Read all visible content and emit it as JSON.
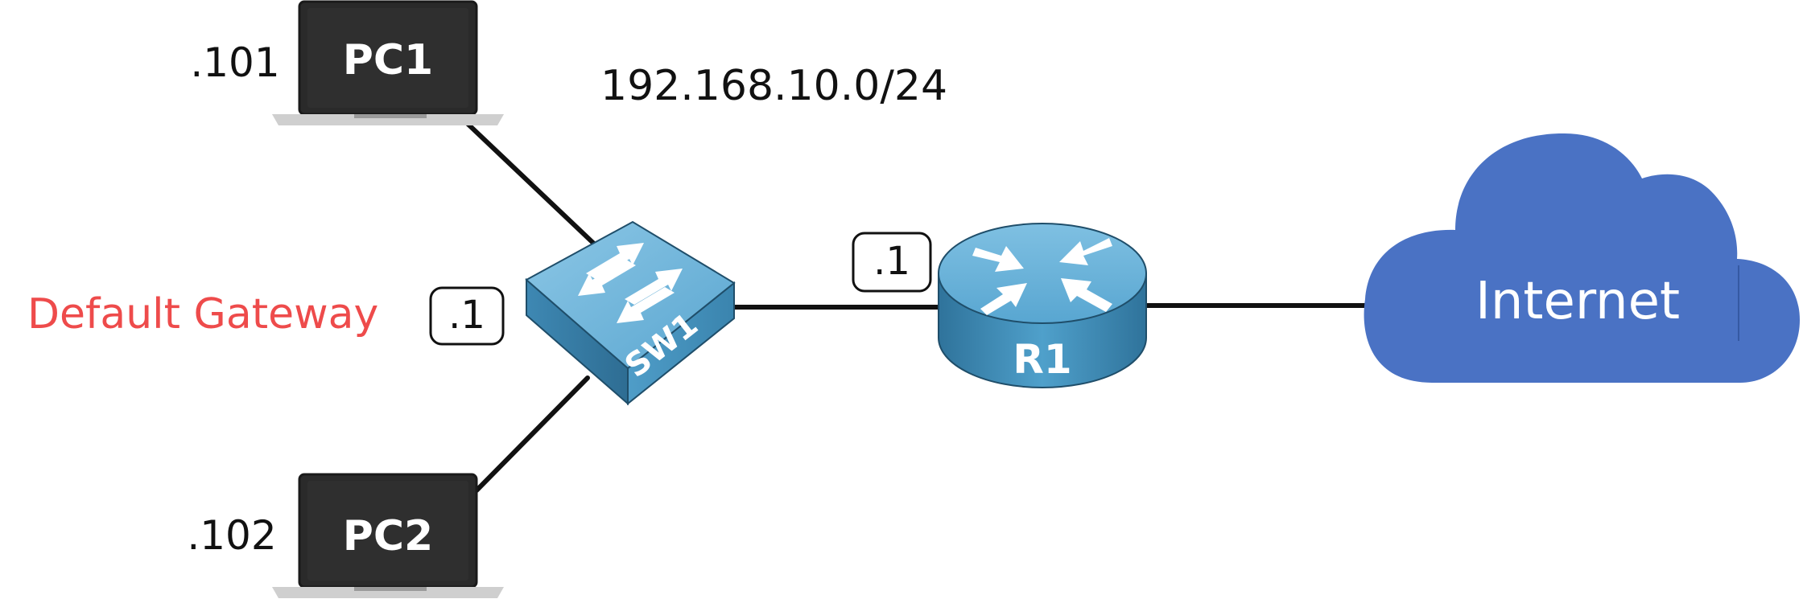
{
  "network": "192.168.10.0/24",
  "default_gateway_label": "Default Gateway",
  "devices": {
    "pc1": {
      "name": "PC1",
      "ip_suffix": ".101"
    },
    "pc2": {
      "name": "PC2",
      "ip_suffix": ".102"
    },
    "sw1": {
      "name": "SW1",
      "ip_suffix": ".1"
    },
    "r1": {
      "name": "R1",
      "ip_suffix": ".1"
    },
    "internet": {
      "name": "Internet"
    }
  },
  "colors": {
    "cloud": "#4a72c4",
    "device_blue": "#4d9bc6",
    "laptop": "#2a2a2a",
    "gateway_text": "#ee4b4b",
    "link": "#111111"
  }
}
